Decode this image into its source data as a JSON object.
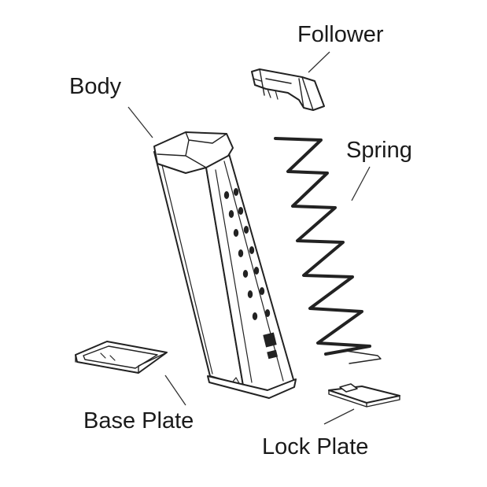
{
  "diagram": {
    "labels": {
      "follower": "Follower",
      "body": "Body",
      "spring": "Spring",
      "base_plate": "Base Plate",
      "lock_plate": "Lock Plate"
    }
  }
}
